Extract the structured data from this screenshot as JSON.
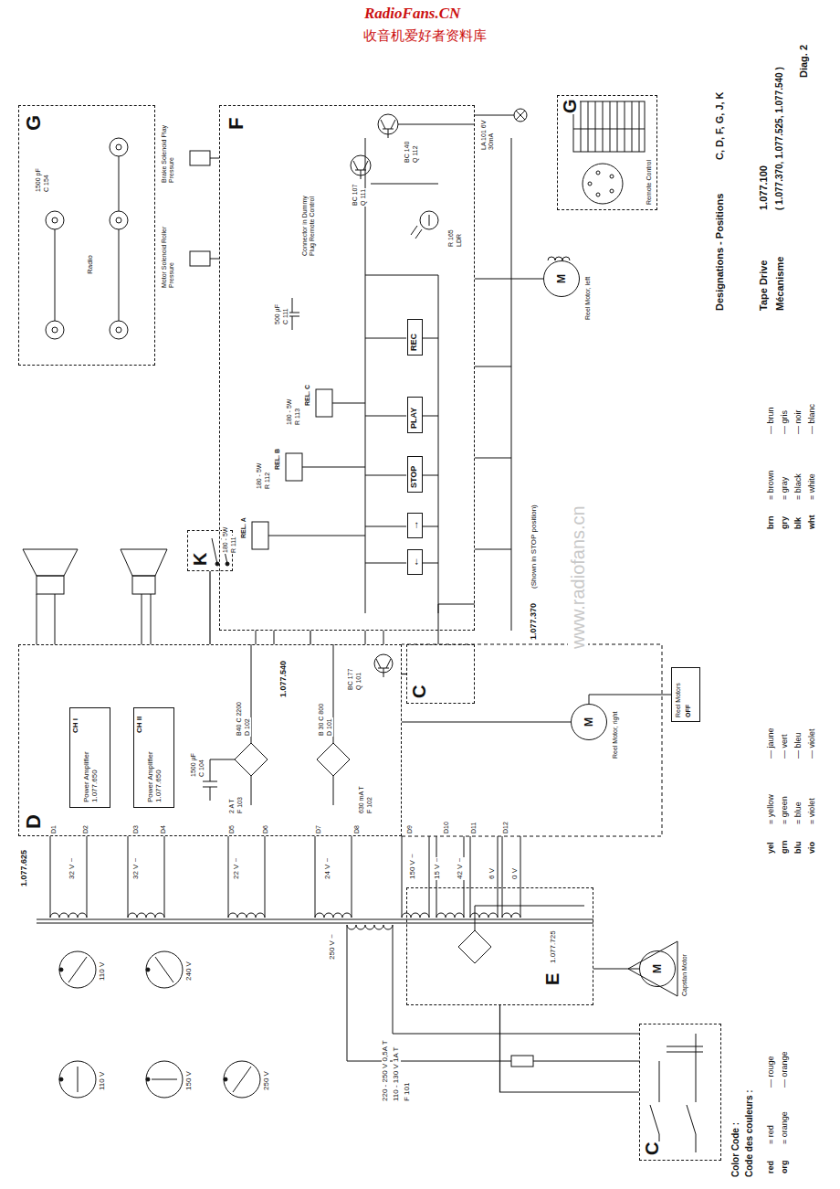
{
  "diagram": {
    "nodes": [
      {
        "text": [
          "G"
        ]
      },
      {
        "text": [
          "F"
        ]
      },
      {
        "text": [
          "REC"
        ],
        "in": 1
      },
      {
        "text": [
          "PLAY"
        ],
        "in": 1
      },
      {
        "text": [
          "STOP"
        ],
        "in": 1
      },
      {
        "text": [
          "→"
        ],
        "in": 1
      },
      {
        "text": [
          "←"
        ],
        "in": 1
      },
      {
        "text": [
          "D",
          "1.077.540"
        ]
      },
      {
        "text": [
          "CH I",
          "Power Amplifier 1.077.650"
        ],
        "in": 7
      },
      {
        "text": [
          "CH II",
          "Power Amplifier 1.077.650"
        ],
        "in": 7
      },
      {
        "text": [
          "C"
        ]
      },
      {
        "text": [
          "K"
        ]
      },
      {
        "text": [
          "E",
          "1.077.725"
        ]
      },
      {
        "text": [
          "M"
        ]
      },
      {
        "text": [
          "M"
        ]
      },
      {
        "text": [
          "M"
        ]
      },
      {
        "text": [
          "C"
        ]
      },
      {
        "text": [
          "Reel Motors",
          "OFF"
        ]
      },
      {
        "text": [
          "G",
          "Remote Control"
        ]
      }
    ],
    "edges": [
      {
        "from": 7,
        "to": 1,
        "arrow": "none"
      },
      {
        "from": 7,
        "to": 11,
        "arrow": "none"
      },
      {
        "from": 7,
        "to": 10,
        "arrow": "none"
      },
      {
        "from": 12,
        "to": 13,
        "arrow": "none"
      },
      {
        "from": 1,
        "to": 15,
        "arrow": "none"
      },
      {
        "from": 16,
        "to": 12,
        "arrow": "none"
      },
      {
        "from": 7,
        "to": 14,
        "arrow": "none"
      }
    ],
    "labels": [
      "RadioFans.CN",
      "收音机爱好者资料库",
      "www.radiofans.cn",
      "Designations - Positions",
      "C, D, F, G, J, K",
      "Tape Drive",
      "1.077.100",
      "Mécanisme",
      "( 1.077.370, 1.077.525, 1.077.540 )",
      "Diag. 2",
      "Color Code :",
      "Code des couleurs :",
      "red",
      "= red",
      "— rouge",
      "org",
      "= orange",
      "— orange",
      "yel",
      "= yellow",
      "— jaune",
      "grn",
      "= green",
      "— vert",
      "blu",
      "= blue",
      "— bleu",
      "vio",
      "= violet",
      "— violet",
      "brn",
      "= brown",
      "— brun",
      "gry",
      "= gray",
      "— gris",
      "blk",
      "= black",
      "— noir",
      "wht",
      "= white",
      "— blanc",
      "D1",
      "D2",
      "D3",
      "D4",
      "D5",
      "D6",
      "D7",
      "D8",
      "D9",
      "D10",
      "D11",
      "D12",
      "32 V ~",
      "32 V ~",
      "22 V ~",
      "24 V ~",
      "150 V ~",
      "15 V ~",
      "42 V ~",
      "6 V",
      "0 V",
      "250 V ~",
      "220 - 250 V 0,5A T",
      "110 - 130 V 1A T",
      "F 101",
      "110 V",
      "240 V",
      "110 V",
      "150 V",
      "250 V",
      "REL. A",
      "REL. B",
      "REL. C",
      "180 - 5W",
      "180 - 5W",
      "180 - 5W",
      "R 111",
      "R 112",
      "R 113",
      "500 µF",
      "C 111",
      "BC 107",
      "Q 111",
      "BC 140",
      "Q 112",
      "R 165",
      "LDR",
      "Connector in Dummy Plug Remote Control",
      "LA 101 6V 30mA",
      "Brake Solenoid Play Pressure",
      "Motor Solenoid Roller Pressure",
      "1.077.370",
      "(Shown in STOP position)",
      "Reel Motor, left",
      "Reel Motor, right",
      "Capstan Motor",
      "1.077.625",
      "Radio",
      "1500 pF",
      "C 154",
      "B40 C 2200",
      "D 102",
      "B 30 C 800",
      "D 101",
      "1500 µF",
      "C 104",
      "2 A T",
      "F 103",
      "630 mA T",
      "F 102",
      "BC 177",
      "Q 101"
    ]
  }
}
